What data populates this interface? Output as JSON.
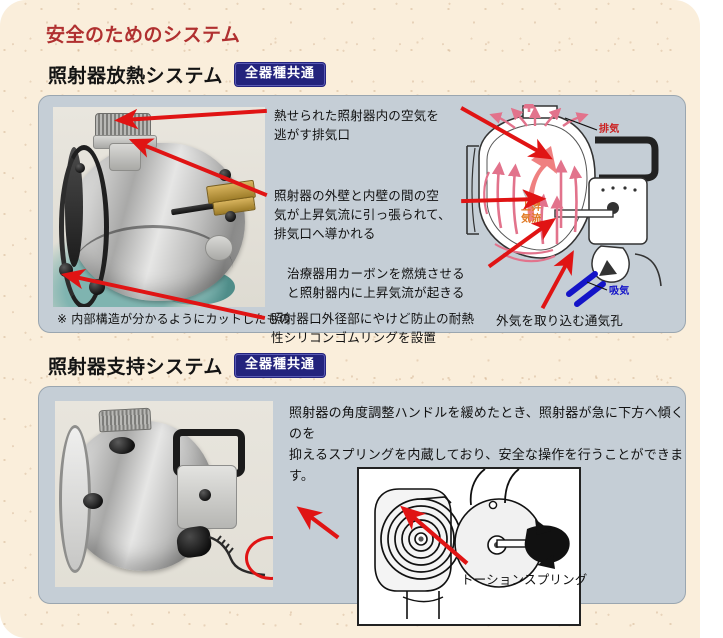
{
  "page": {
    "section_title": "安全のためのシステム",
    "background_color": "#faeedb",
    "panel_color": "#c5ced6",
    "title_color": "#b03030",
    "badge_color": "#23237d"
  },
  "sections": [
    {
      "heading": "照射器放熱システム",
      "badge": "全器種共通",
      "annotations": [
        {
          "id": "exhaust-port",
          "text": "熱せられた照射器内の空気を\n逃がす排気口"
        },
        {
          "id": "wall-gap-airflow",
          "text": "照射器の外壁と内壁の間の空\n気が上昇気流に引っ張られて、\n排気口へ導かれる"
        },
        {
          "id": "carbon-updraft",
          "text": "治療器用カーボンを燃焼させる\nと照射器内に上昇気流が起きる"
        },
        {
          "id": "silicone-ring",
          "text": "照射器口外径部にやけど防止の耐熱\n性シリコンゴムリングを設置"
        }
      ],
      "photo_note": "※ 内部構造が分かるようにカットしたもの",
      "schematic_labels": {
        "exhaust": "排気",
        "updraft": "上昇\n気流",
        "intake": "吸気"
      },
      "schematic_caption": "外気を取り込む通気孔"
    },
    {
      "heading": "照射器支持システム",
      "badge": "全器種共通",
      "body_text": "照射器の角度調整ハンドルを緩めたとき、照射器が急に下方へ傾くのを\n抑えるスプリングを内蔵しており、安全な操作を行うことができます。",
      "inset_caption": "トーションスプリング"
    }
  ],
  "icons": {
    "pointer_arrow": "red-arrow-icon",
    "highlight_circle": "red-circle-highlight-icon",
    "airflow_up": "up-airflow-arrow-icon",
    "airflow_in": "intake-airflow-arrow-icon"
  }
}
